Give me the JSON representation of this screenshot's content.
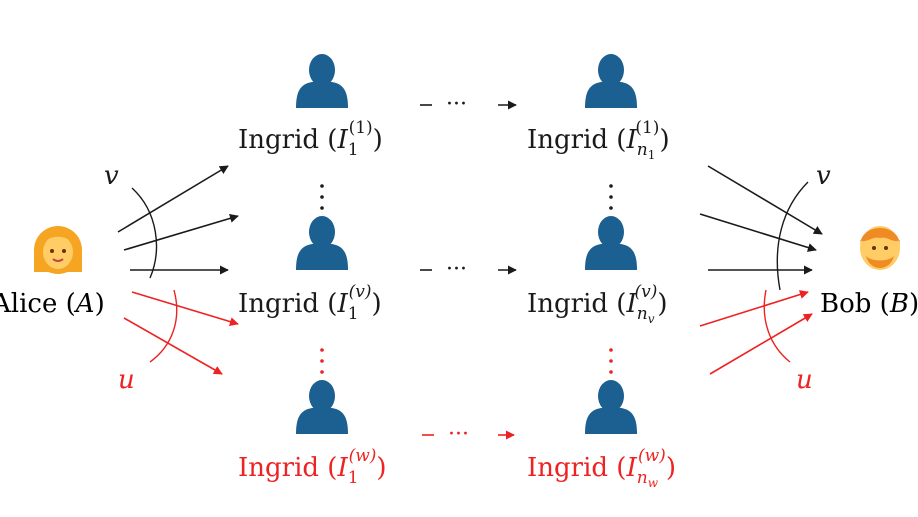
{
  "nodes": {
    "alice": {
      "name": "Alice",
      "symbol": "A"
    },
    "bob": {
      "name": "Bob",
      "symbol": "B"
    },
    "ingrid_name": "Ingrid",
    "ingrid_symbol": "I",
    "first_index": "1",
    "sup_1": "(1)",
    "sup_v": "(v)",
    "sup_w": "(w)",
    "n_letter": "n",
    "sub_1": "1",
    "sub_v": "v",
    "sub_w": "w"
  },
  "connectors": {
    "ellipsis": "···"
  },
  "arc_labels": {
    "v": "v",
    "u": "u"
  },
  "colors": {
    "black": "#1a1a1a",
    "red": "#ee2222",
    "person": "#1c5f91",
    "alice_hair": "#f6a523",
    "alice_face": "#ffcc66",
    "bob_hair": "#f08a24",
    "bob_face": "#ffcc66"
  },
  "icons": {
    "person": "user-silhouette-icon",
    "alice": "woman-emoji-icon",
    "bob": "man-emoji-icon"
  }
}
